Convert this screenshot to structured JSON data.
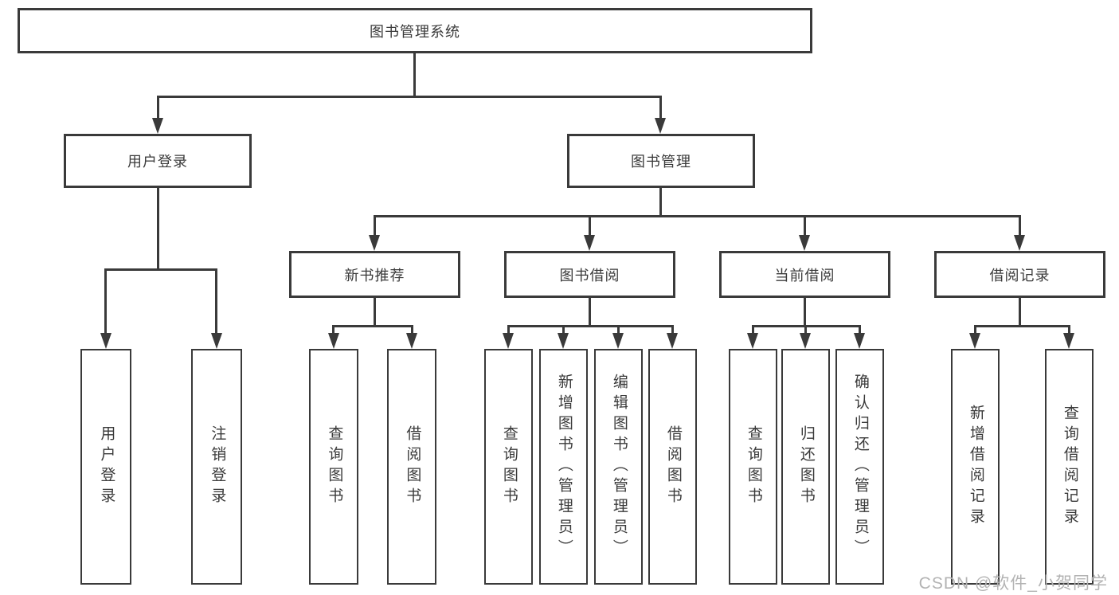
{
  "diagram": {
    "title": "图书管理系统",
    "level2": {
      "user_login": "用户登录",
      "book_mgmt": "图书管理"
    },
    "level3": {
      "new_book": "新书推荐",
      "book_borrow": "图书借阅",
      "current_borrow": "当前借阅",
      "borrow_record": "借阅记录"
    },
    "leaves": {
      "user_login": [
        "用户登录",
        "注销登录"
      ],
      "new_book": [
        "查询图书",
        "借阅图书"
      ],
      "book_borrow": [
        "查询图书",
        "新增图书（管理员）",
        "编辑图书（管理员）",
        "借阅图书"
      ],
      "current_borrow": [
        "查询图书",
        "归还图书",
        "确认归还（管理员）"
      ],
      "borrow_record": [
        "新增借阅记录",
        "查询借阅记录"
      ]
    }
  },
  "watermark": "CSDN @软件_小贺同学",
  "colors": {
    "line": "#3a3a3a",
    "watermark": "#b3b3b3",
    "background": "#ffffff"
  }
}
